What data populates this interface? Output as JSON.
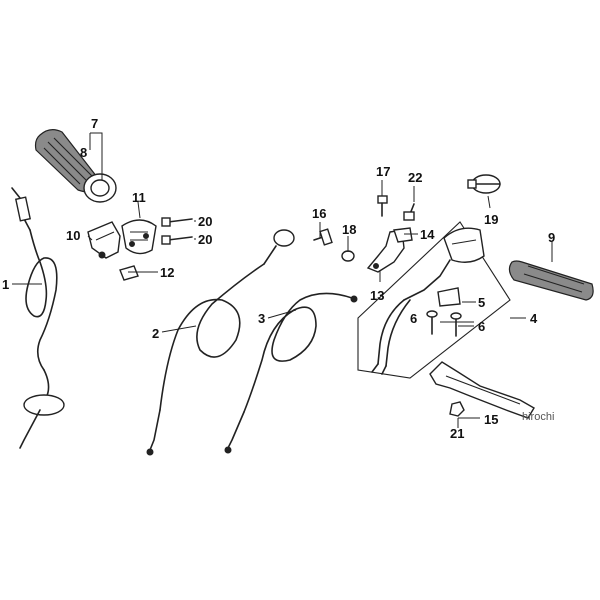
{
  "callouts": {
    "c1": "1",
    "c2": "2",
    "c3": "3",
    "c4": "4",
    "c5": "5",
    "c6a": "6",
    "c6b": "6",
    "c7": "7",
    "c8": "8",
    "c9": "9",
    "c10": "10",
    "c11": "11",
    "c12": "12",
    "c13": "13",
    "c14": "14",
    "c15": "15",
    "c16": "16",
    "c17": "17",
    "c18": "18",
    "c19": "19",
    "c20a": "20",
    "c20b": "20",
    "c21": "21",
    "c22": "22"
  },
  "watermark": "hirochi",
  "colors": {
    "line": "#222222",
    "background": "#ffffff",
    "grip": "#8a8a8a"
  }
}
